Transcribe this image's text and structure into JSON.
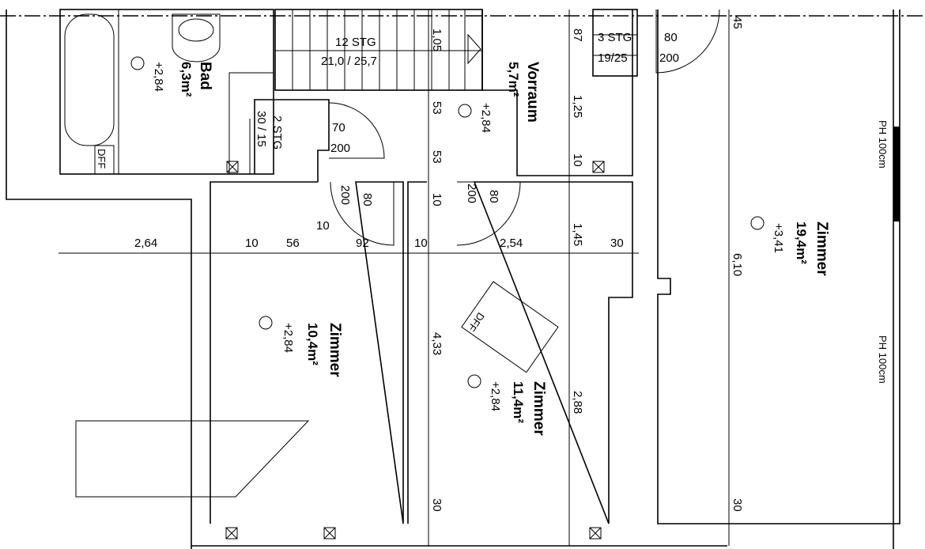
{
  "rooms": {
    "bad": {
      "name": "Bad",
      "area": "6,3m²",
      "height": "+2,84"
    },
    "vorraum": {
      "name": "Vorraum",
      "area": "5,7m²",
      "height": "+2,84"
    },
    "zimmer_left": {
      "name": "Zimmer",
      "area": "10,4m²",
      "height": "+2,84"
    },
    "zimmer_mid": {
      "name": "Zimmer",
      "area": "11,4m²",
      "height": "+2,84"
    },
    "zimmer_right": {
      "name": "Zimmer",
      "area": "19,4m²",
      "height": "+3,41"
    }
  },
  "stairs": {
    "main_steps": "12 STG",
    "main_ratio": "21,0 / 25,7",
    "small_steps": "2 STG",
    "small_ratio": "30 / 15",
    "top_steps": "3 STG",
    "top_ratio": "19/25"
  },
  "doors": {
    "d1_w": "70",
    "d1_h": "200",
    "d2_w": "80",
    "d2_h": "200",
    "d3_w": "80",
    "d3_h": "200",
    "d4_w": "80",
    "d4_h": "200"
  },
  "dims": {
    "d264": "2,64",
    "d10a": "10",
    "d56": "56",
    "d10b": "10",
    "d92": "92",
    "d10c": "10",
    "d254": "2,54",
    "d30a": "30",
    "d105": "1,05",
    "d53a": "53",
    "d53b": "53",
    "d10d": "10",
    "d433": "4,33",
    "d30b": "30",
    "d87": "87",
    "d125": "1,25",
    "d10e": "10",
    "d145": "1,45",
    "d288": "2,88",
    "d45": "45",
    "d610": "6,10",
    "d30c": "30"
  },
  "labels": {
    "dff1": "DFF",
    "dff2": "DFF",
    "ph1": "PH 100cm",
    "ph2": "PH 100cm"
  }
}
